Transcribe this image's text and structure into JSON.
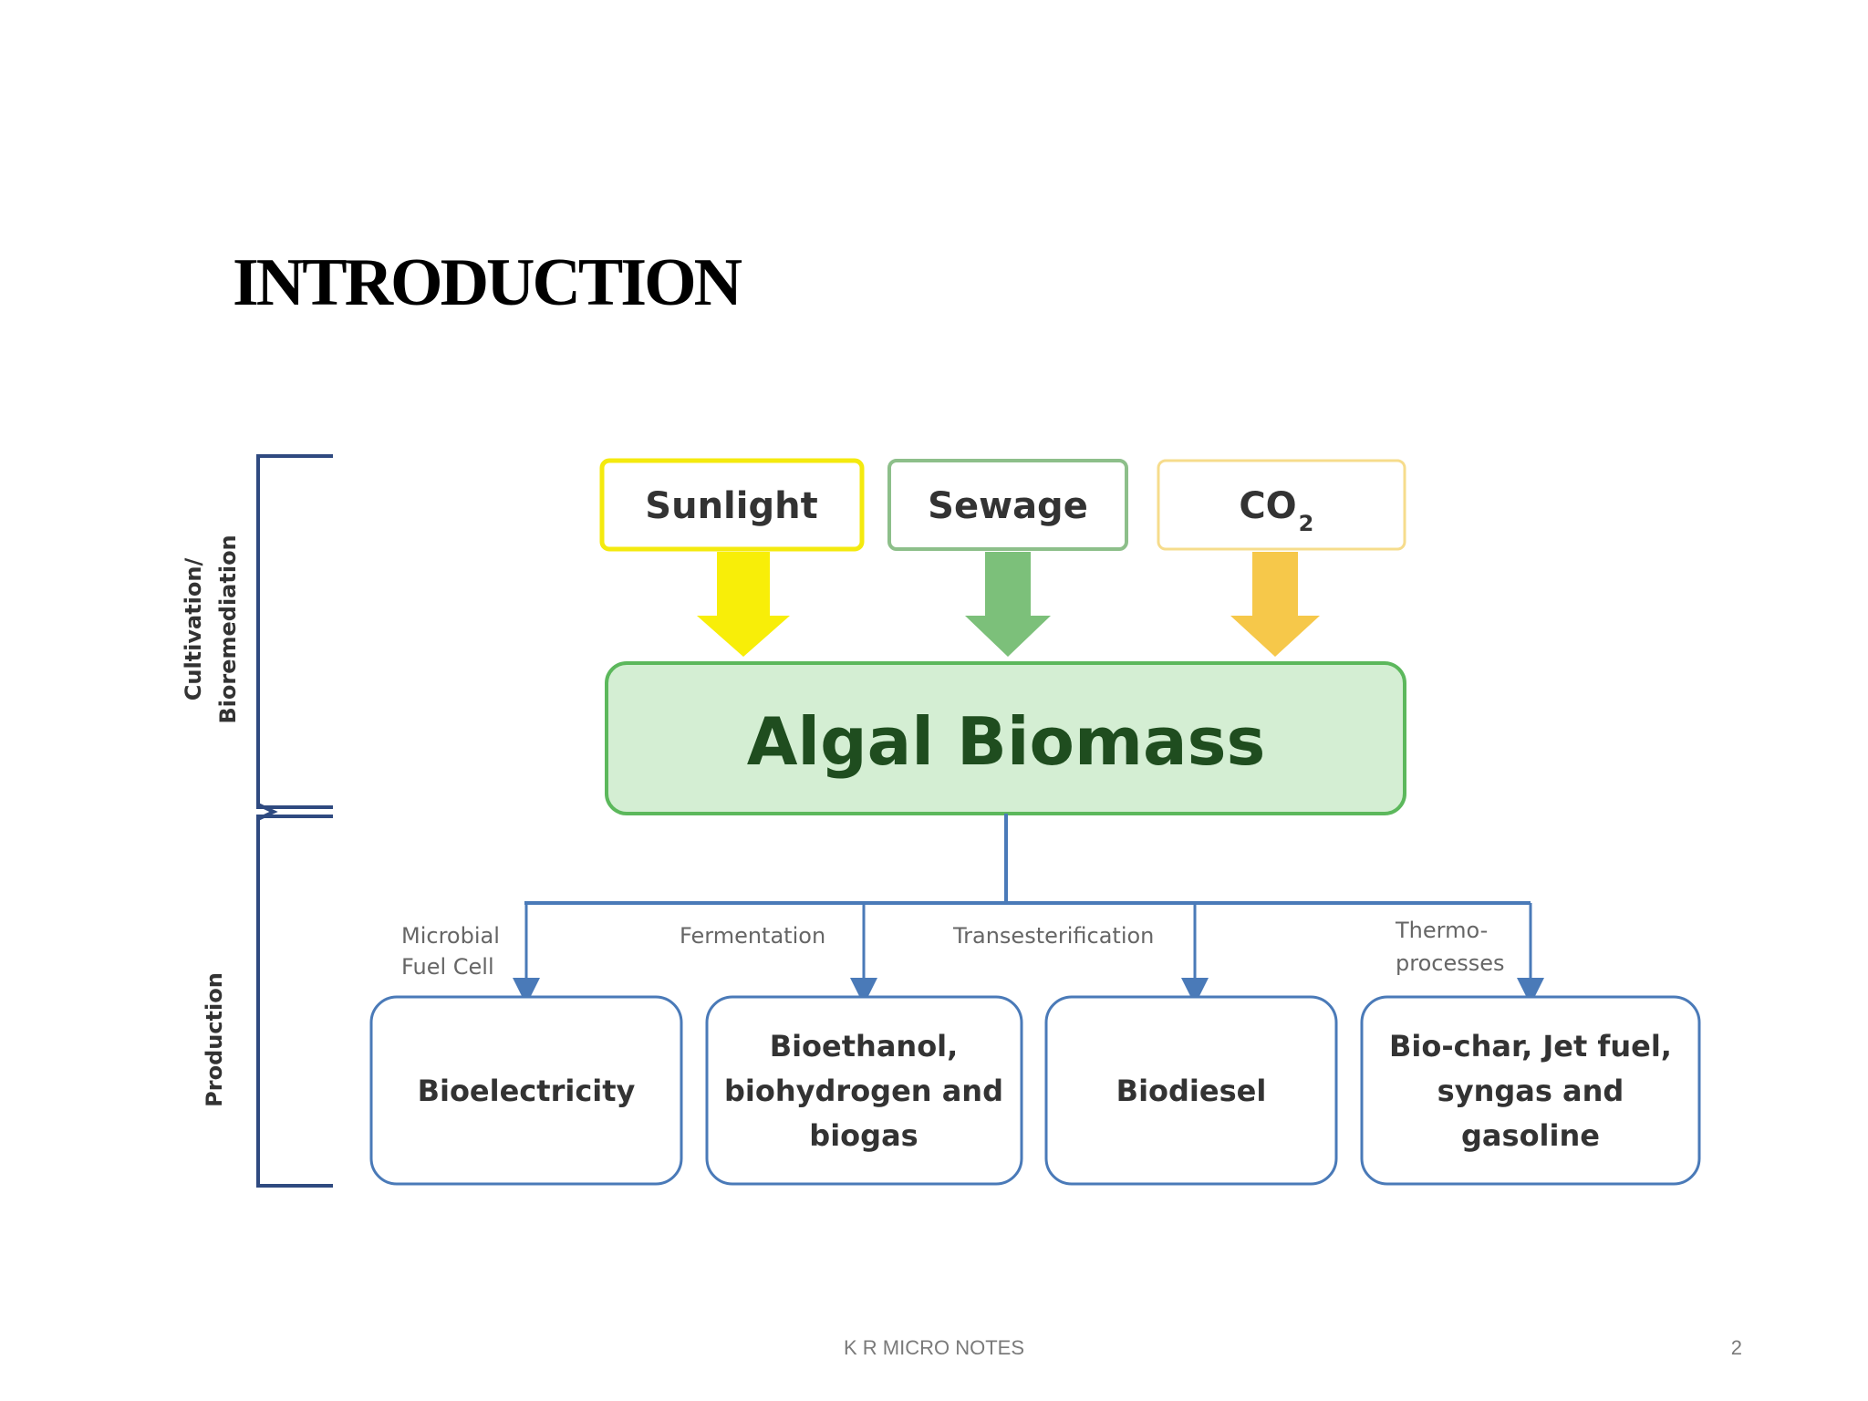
{
  "slide": {
    "title": "INTRODUCTION",
    "footer": "K R MICRO NOTES",
    "page_number": "2"
  },
  "diagram": {
    "stages": {
      "cultivation": [
        "Cultivation/",
        "Bioremediation"
      ],
      "production": "Production"
    },
    "inputs": [
      {
        "label": "Sunlight",
        "color": "#f4ea0e"
      },
      {
        "label": "Sewage",
        "color": "#7cc07a"
      },
      {
        "label": "CO",
        "subscript": "2",
        "color": "#f6c84a"
      }
    ],
    "center": {
      "label": "Algal Biomass",
      "fill": "#d4eed3",
      "stroke": "#5cb85c",
      "text_color": "#1f4d1f"
    },
    "processes": [
      {
        "lines": [
          "Microbial",
          "Fuel Cell"
        ]
      },
      {
        "lines": [
          "Fermentation"
        ]
      },
      {
        "lines": [
          "Transesterification"
        ]
      },
      {
        "lines": [
          "Thermo-",
          "processes"
        ]
      }
    ],
    "products": [
      {
        "lines": [
          "Bioelectricity"
        ]
      },
      {
        "lines": [
          "Bioethanol,",
          "biohydrogen and",
          "biogas"
        ]
      },
      {
        "lines": [
          "Biodiesel"
        ]
      },
      {
        "lines": [
          "Bio-char, Jet fuel,",
          "syngas and",
          "gasoline"
        ]
      }
    ],
    "line_color": "#4a7ab8"
  }
}
